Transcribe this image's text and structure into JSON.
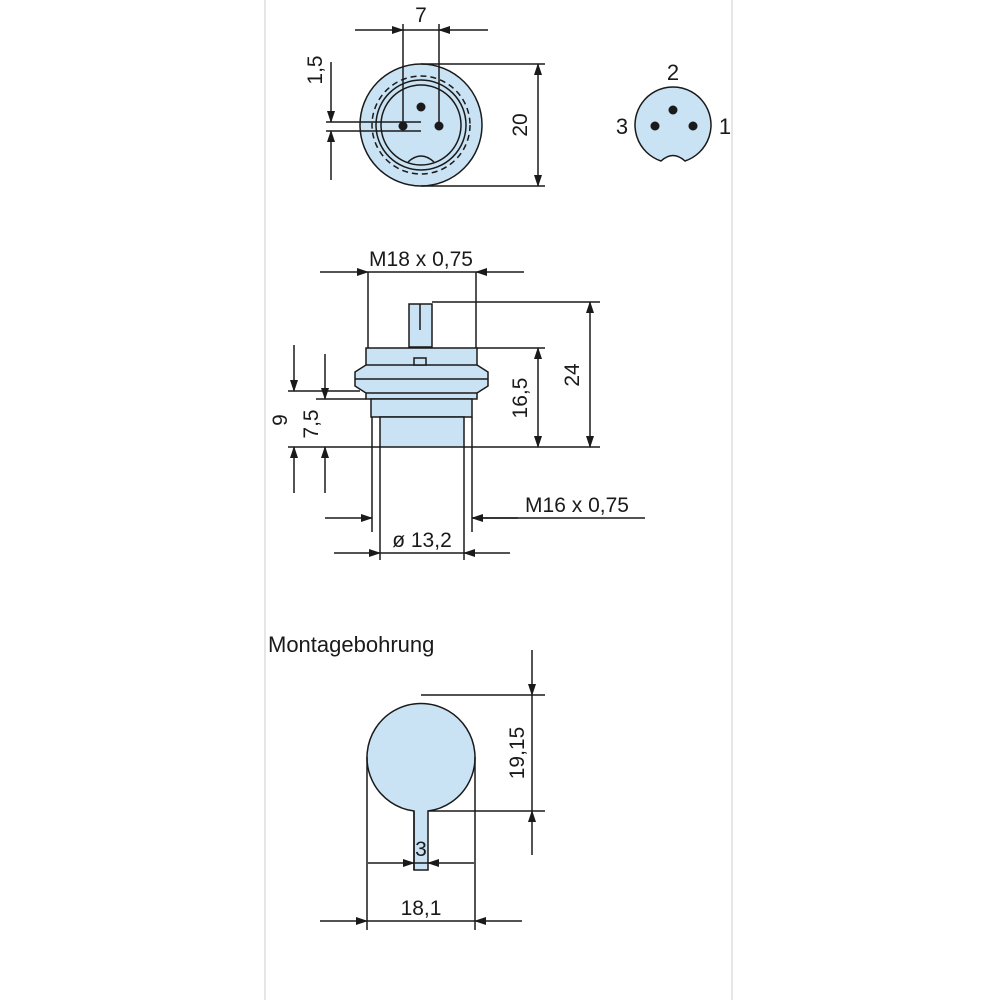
{
  "front_view": {
    "dim_pitch": "7",
    "dim_offset": "1,5",
    "dim_diameter": "20"
  },
  "pin_layout": {
    "pin_1": "1",
    "pin_2": "2",
    "pin_3": "3"
  },
  "side_view": {
    "thread_top": "M18 x 0,75",
    "height_total": "24",
    "height_body": "16,5",
    "height_flange": "9",
    "height_thread": "7,5",
    "thread_bottom": "M16 x 0,75",
    "diameter_bottom": "ø 13,2"
  },
  "mounting_hole": {
    "title": "Montagebohrung",
    "dim_height": "19,15",
    "dim_slot": "3",
    "dim_width": "18,1"
  },
  "colors": {
    "fill": "#c9e3f4",
    "line": "#1a1a1a",
    "frame": "#e6e6e6"
  }
}
